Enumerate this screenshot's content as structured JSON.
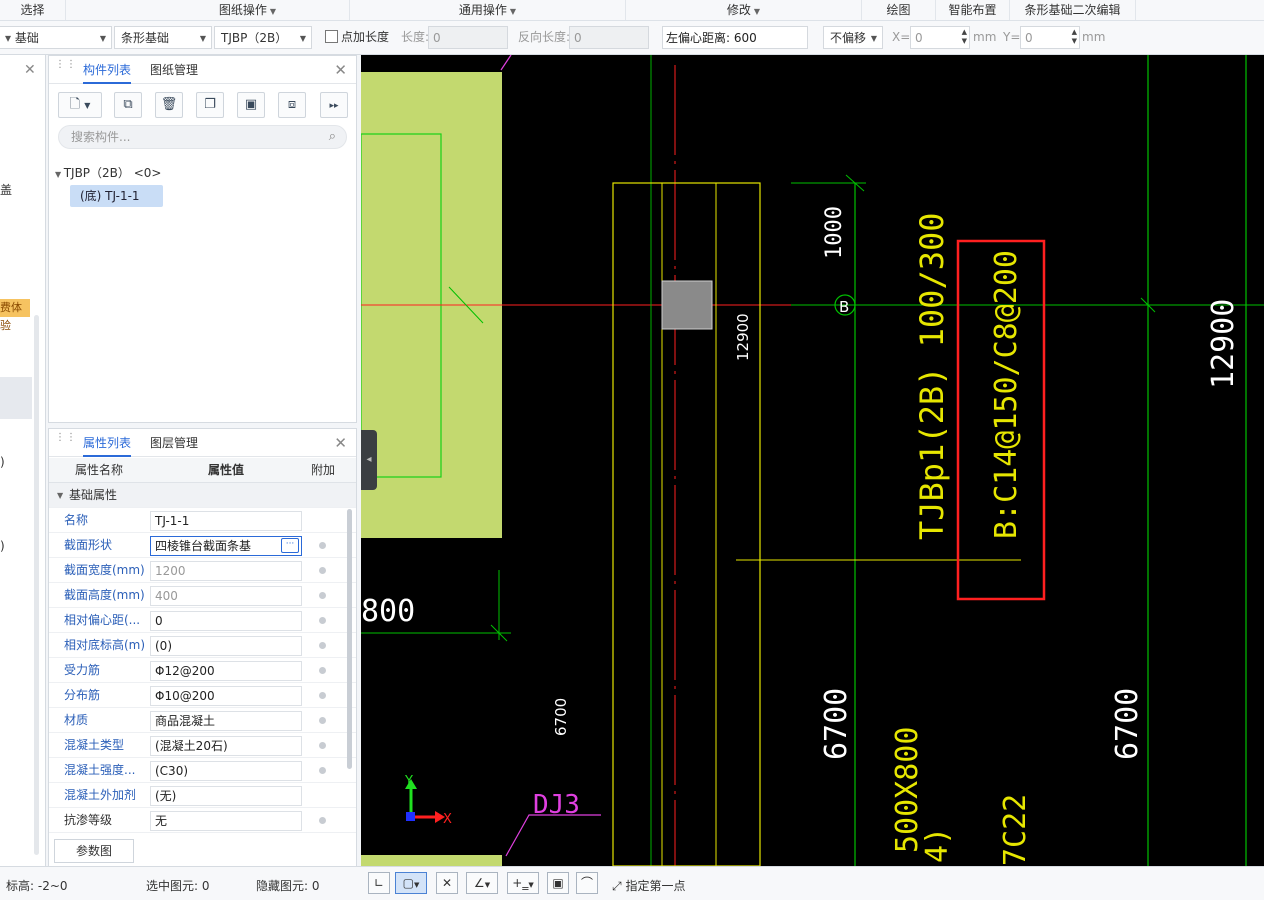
{
  "ribbon": {
    "sections": [
      {
        "label": "选择",
        "caret": false
      },
      {
        "label": "图纸操作",
        "caret": true
      },
      {
        "label": "通用操作",
        "caret": true
      },
      {
        "label": "修改",
        "caret": true
      },
      {
        "label": "绘图",
        "caret": false
      },
      {
        "label": "智能布置",
        "caret": false
      },
      {
        "label": "条形基础二次编辑",
        "caret": false
      }
    ]
  },
  "toolbar": {
    "floor_select": "基础",
    "type_select": "条形基础",
    "component_select": "TJBP（2B）",
    "add_length_label": "点加长度",
    "length_label": "长度:",
    "length_value": "0",
    "reverse_length_label": "反向长度:",
    "reverse_length_value": "0",
    "offset_label": "左偏心距离:",
    "offset_value": "600",
    "offset_mode": "不偏移",
    "x_label": "X=",
    "x_value": "0",
    "x_unit": "mm",
    "y_label": "Y=",
    "y_value": "0",
    "y_unit": "mm"
  },
  "left_strip": {
    "text1": "盖",
    "badge": "费体验",
    "text2": ")",
    "text3": ")"
  },
  "component_panel": {
    "tabs": [
      "构件列表",
      "图纸管理"
    ],
    "search_placeholder": "搜索构件...",
    "tree_root": "TJBP（2B） <0>",
    "tree_node": "(底) TJ-1-1"
  },
  "property_panel": {
    "tabs": [
      "属性列表",
      "图层管理"
    ],
    "headers": {
      "name": "属性名称",
      "value": "属性值",
      "extra": "附加"
    },
    "group": "基础属性",
    "rows": [
      {
        "name": "名称",
        "value": "TJ-1-1",
        "dim": false,
        "dot": false
      },
      {
        "name": "截面形状",
        "value": "四棱锥台截面条基",
        "dim": false,
        "dot": true,
        "more": "···"
      },
      {
        "name": "截面宽度(mm)",
        "value": "1200",
        "dim": true,
        "dot": true
      },
      {
        "name": "截面高度(mm)",
        "value": "400",
        "dim": true,
        "dot": true
      },
      {
        "name": "相对偏心距(...",
        "value": "0",
        "dim": false,
        "dot": true
      },
      {
        "name": "相对底标高(m)",
        "value": "(0)",
        "dim": false,
        "dot": true
      },
      {
        "name": "受力筋",
        "value": "Φ12@200",
        "dim": false,
        "dot": true
      },
      {
        "name": "分布筋",
        "value": "Φ10@200",
        "dim": false,
        "dot": true
      },
      {
        "name": "材质",
        "value": "商品混凝土",
        "dim": false,
        "dot": true
      },
      {
        "name": "混凝土类型",
        "value": "(混凝土20石)",
        "dim": false,
        "dot": true
      },
      {
        "name": "混凝土强度...",
        "value": "(C30)",
        "dim": false,
        "dot": true
      },
      {
        "name": "混凝土外加剂",
        "value": "(无)",
        "dim": false,
        "dot": false
      },
      {
        "name": "抗渗等级",
        "value": "无",
        "dim": false,
        "dot": true,
        "plain": true
      }
    ],
    "params_button": "参数图"
  },
  "cad": {
    "texts": {
      "dim_1000": "1000",
      "dim_12900_a": "12900",
      "dim_12900_b": "12900",
      "axis_b": "B",
      "beam_label": "TJBp1(2B) 100/300",
      "rebar_label": "B:C14@150/C8@200",
      "dim_800": "800",
      "dim_6700_a": "6700",
      "dim_6700_b": "6700",
      "dim_6700_c": "6700",
      "section_label": "500X800",
      "frag_a": "4)",
      "frag_b": "7C22",
      "dj_label": "DJ3",
      "ucs_y": "Y",
      "ucs_x": "X"
    }
  },
  "status": {
    "elevation": "标高:   -2~0",
    "selected": "选中图元:  0",
    "hidden": "隐藏图元:  0",
    "prompt": "指定第一点"
  },
  "colors": {
    "accent": "#2b6ad8",
    "cad_bg": "#000000",
    "cad_yellow": "#e6e600",
    "cad_green": "#00c800",
    "cad_red": "#ff2020",
    "cad_fill": "#c3d96f",
    "highlight_box": "#ff2020"
  }
}
